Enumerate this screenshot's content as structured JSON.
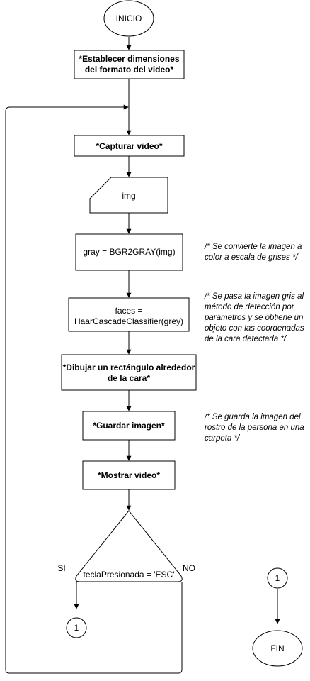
{
  "flowchart": {
    "start": "INICIO",
    "end": "FIN",
    "steps": {
      "set_dimensions": [
        "*Establecer dimensiones",
        "del formato del video*"
      ],
      "capture_video": "*Capturar video*",
      "img_input": "img",
      "to_gray": "gray = BGR2GRAY(img)",
      "detect_faces": [
        "faces =",
        "HaarCascadeClassifier(grey)"
      ],
      "draw_rect": [
        "*Dibujar un rectángulo alrededor",
        "de la cara*"
      ],
      "save_image": "*Guardar imagen*",
      "show_video": "*Mostrar video*"
    },
    "decision": {
      "condition": "teclaPresionada = 'ESC'",
      "yes_label": "SI",
      "no_label": "NO"
    },
    "connectors": {
      "out": "1",
      "in": "1"
    }
  },
  "notes": {
    "gray_note": [
      "/* Se convierte la imagen a",
      "color a escala de grises */"
    ],
    "detect_note": [
      "/* Se pasa la imagen gris al",
      "método de detección por",
      "parámetros y se obtiene un",
      "objeto con las coordenadas",
      "de la cara detectada */"
    ],
    "save_note": [
      "/* Se guarda la imagen del",
      "rostro de la persona en una",
      "carpeta */"
    ]
  }
}
